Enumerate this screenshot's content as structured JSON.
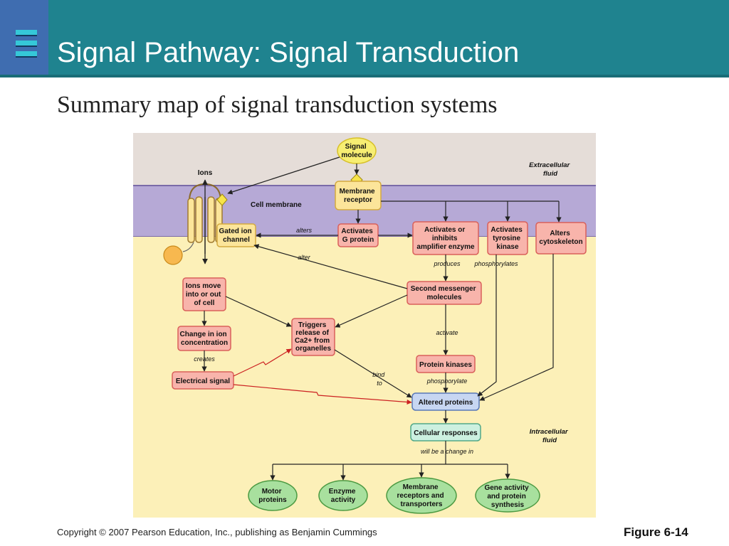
{
  "slide": {
    "title": "Signal Pathway: Signal Transduction",
    "subtitle": "Summary map of signal transduction systems",
    "copyright": "Copyright © 2007 Pearson Education, Inc., publishing as Benjamin Cummings",
    "figure_label": "Figure 6-14"
  },
  "colors": {
    "header": "#1f838f",
    "logo": "#3f6db0",
    "extracellular": "#e5ddd8",
    "membrane": "#b6a9d6",
    "intracellular": "#fcf0b8",
    "pink_box": "#f8b4ab",
    "pink_border": "#d9605a",
    "yellow_box": "#fce59a",
    "blue_box": "#c7d6f2",
    "mint_box": "#ccf0e0",
    "green_oval": "#a8e09e"
  },
  "diagram": {
    "regions": {
      "extracellular": [
        "Extracellular",
        "fluid"
      ],
      "membrane": "Cell membrane",
      "intracellular": [
        "Intracellular",
        "fluid"
      ],
      "ions": "Ions"
    },
    "nodes": {
      "signal_molecule": [
        "Signal",
        "molecule"
      ],
      "membrane_receptor": [
        "Membrane",
        "receptor"
      ],
      "gated_ion_channel": [
        "Gated ion",
        "channel"
      ],
      "activates_g_protein": [
        "Activates",
        "G protein"
      ],
      "amplifier_enzyme": [
        "Activates or",
        "inhibits",
        "amplifier enzyme"
      ],
      "tyrosine_kinase": [
        "Activates",
        "tyrosine",
        "kinase"
      ],
      "alters_cytoskeleton": [
        "Alters",
        "cytoskeleton"
      ],
      "ions_move": [
        "Ions move",
        "into or out",
        "of cell"
      ],
      "second_messenger": [
        "Second messenger",
        "molecules"
      ],
      "triggers_ca": [
        "Triggers",
        "release of",
        "Ca2+ from",
        "organelles"
      ],
      "change_in_ion": [
        "Change in ion",
        "concentration"
      ],
      "protein_kinases": [
        "Protein kinases"
      ],
      "electrical_signal": [
        "Electrical signal"
      ],
      "altered_proteins": [
        "Altered proteins"
      ],
      "cellular_responses": [
        "Cellular responses"
      ],
      "motor_proteins": [
        "Motor",
        "proteins"
      ],
      "enzyme_activity": [
        "Enzyme",
        "activity"
      ],
      "membrane_transporters": [
        "Membrane",
        "receptors and",
        "transporters"
      ],
      "gene_activity": [
        "Gene activity",
        "and protein",
        "synthesis"
      ]
    },
    "edge_labels": {
      "alters": "alters",
      "alter": "alter",
      "produces": "produces",
      "phosphorylates": "phosphorylates",
      "activate": "activate",
      "creates": "creates",
      "bind_to": [
        "bind",
        "to"
      ],
      "phosphorylate": "phosphorylate",
      "will_be_a_change_in": "will be a change in"
    }
  }
}
